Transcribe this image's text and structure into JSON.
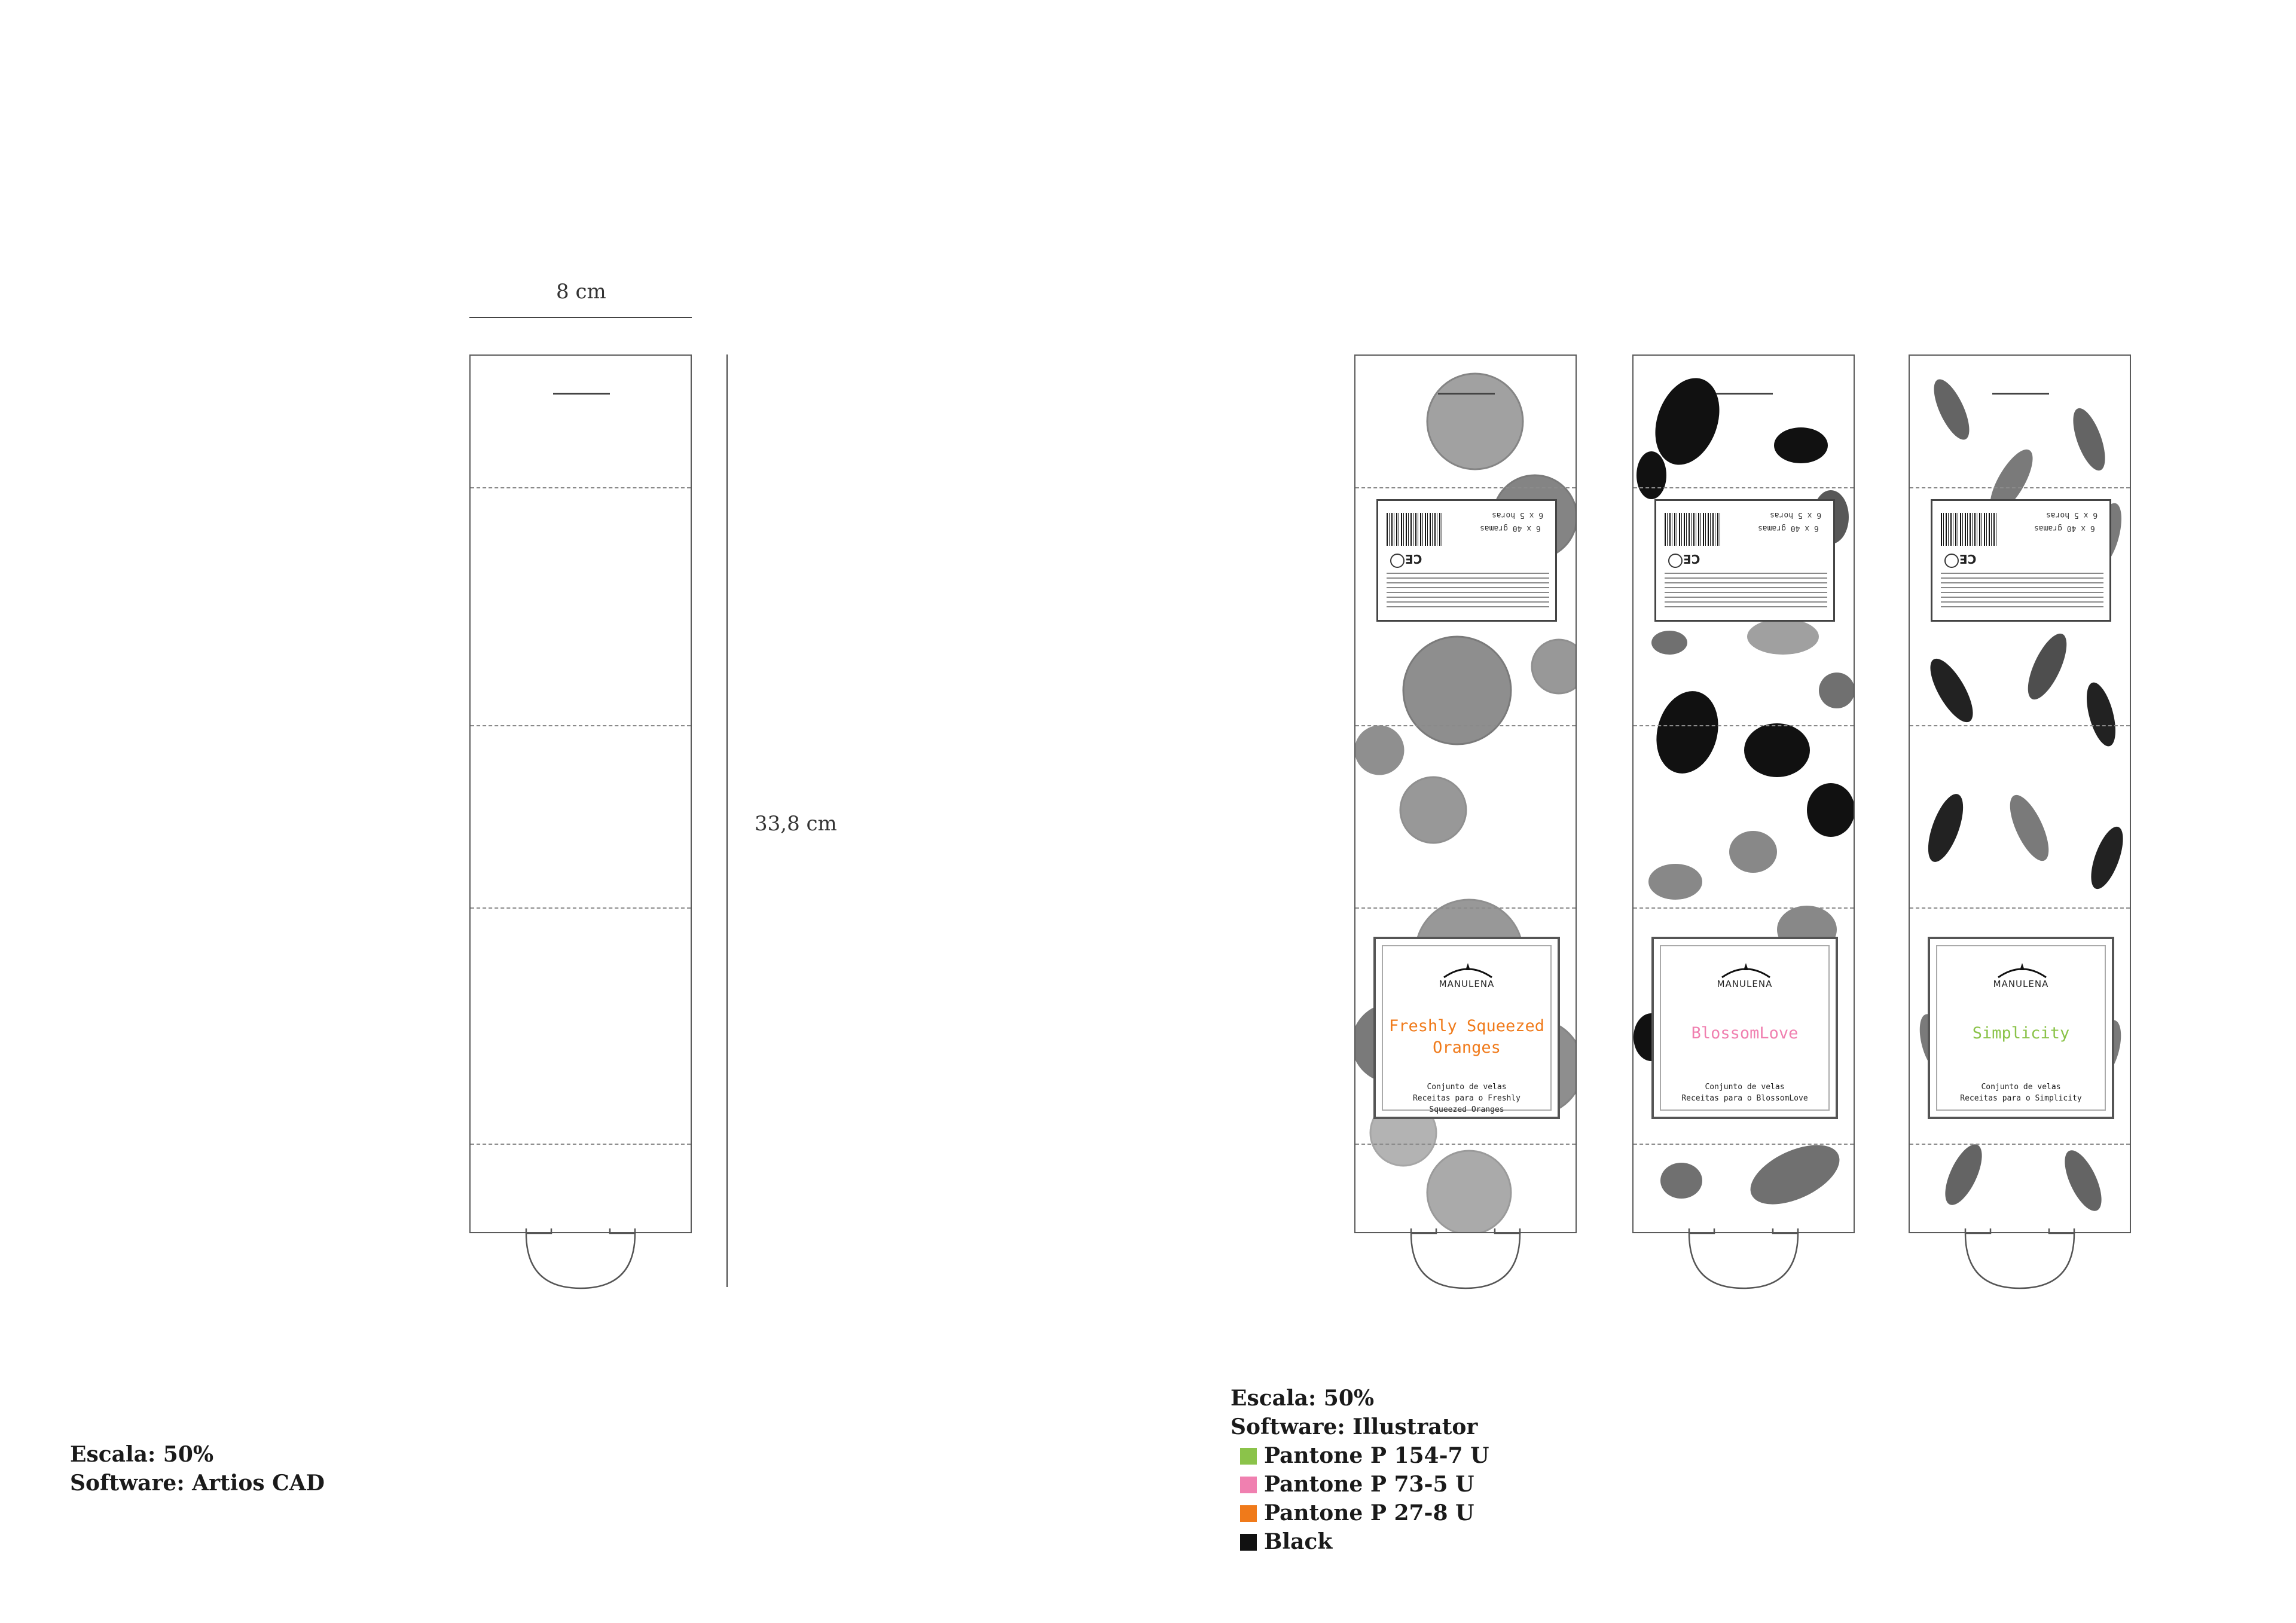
{
  "dimensions": {
    "width_label": "8 cm",
    "height_label": "33,8 cm"
  },
  "cad_notes": {
    "scale": "Escala: 50%",
    "software": "Software: Artios CAD"
  },
  "illustrator_notes": {
    "scale": "Escala: 50%",
    "software": "Software: Illustrator",
    "pantones": [
      {
        "name": "Pantone P 154-7 U",
        "color": "#8bc34a"
      },
      {
        "name": "Pantone P 73-5 U",
        "color": "#f080b0"
      },
      {
        "name": "Pantone P 27-8 U",
        "color": "#f07a1a"
      },
      {
        "name": "Black",
        "color": "#111111"
      }
    ]
  },
  "packages": [
    {
      "pattern": "citrus",
      "brand": "MANULENA",
      "product_line1": "Freshly Squeezed",
      "product_line2": "Oranges",
      "product_color": "#f07a1a",
      "desc_line1": "Conjunto de velas",
      "desc_line2": "Receitas para o Freshly",
      "desc_line3": "Squeezed Oranges",
      "weight": "6 x 40 gramas",
      "hours": "6 x 5 horas",
      "certs": "CE"
    },
    {
      "pattern": "leaves",
      "brand": "MANULENA",
      "product_line1": "BlossomLove",
      "product_line2": "",
      "product_color": "#f080b0",
      "desc_line1": "Conjunto de velas",
      "desc_line2": "Receitas para o BlossomLove",
      "desc_line3": "",
      "weight": "6 x 40 gramas",
      "hours": "6 x 5 horas",
      "certs": "CE"
    },
    {
      "pattern": "fern",
      "brand": "MANULENA",
      "product_line1": "Simplicity",
      "product_line2": "",
      "product_color": "#8bc34a",
      "desc_line1": "Conjunto de velas",
      "desc_line2": "Receitas para o Simplicity",
      "desc_line3": "",
      "weight": "6 x 40 gramas",
      "hours": "6 x 5 horas",
      "certs": "CE"
    }
  ]
}
